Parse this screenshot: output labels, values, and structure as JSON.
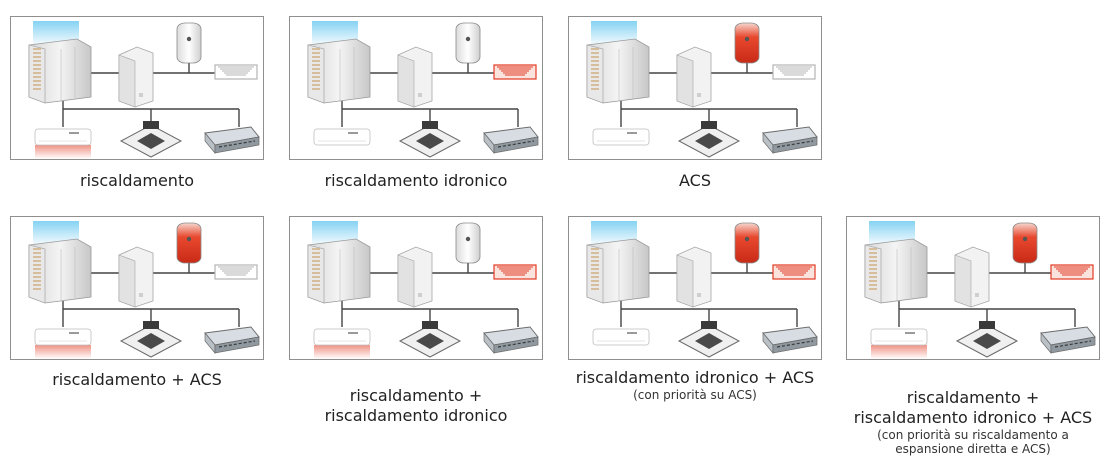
{
  "panels": [
    {
      "caption": "riscaldamento",
      "sub": "",
      "tank": "white",
      "floor": "white",
      "wall_unit": "red"
    },
    {
      "caption": "riscaldamento idronico",
      "sub": "",
      "tank": "white",
      "floor": "red",
      "wall_unit": "white"
    },
    {
      "caption": "ACS",
      "sub": "",
      "tank": "red",
      "floor": "white",
      "wall_unit": "white"
    },
    {
      "caption": "riscaldamento + ACS",
      "sub": "",
      "tank": "red",
      "floor": "white",
      "wall_unit": "red"
    },
    {
      "caption": "riscaldamento +\nriscaldamento idronico",
      "sub": "",
      "tank": "white",
      "floor": "red",
      "wall_unit": "red"
    },
    {
      "caption": "riscaldamento idronico + ACS",
      "sub": "(con priorità su ACS)",
      "tank": "red",
      "floor": "red",
      "wall_unit": "white"
    },
    {
      "caption": "riscaldamento +\nriscaldamento idronico + ACS",
      "sub": "(con priorità su riscaldamento a\nespansione diretta e ACS)",
      "tank": "red",
      "floor": "red",
      "wall_unit": "red"
    }
  ],
  "colors": {
    "heat": "#e23a22",
    "line": "#444444",
    "border": "#8f8f8f",
    "sky": "#7fd0f2"
  }
}
